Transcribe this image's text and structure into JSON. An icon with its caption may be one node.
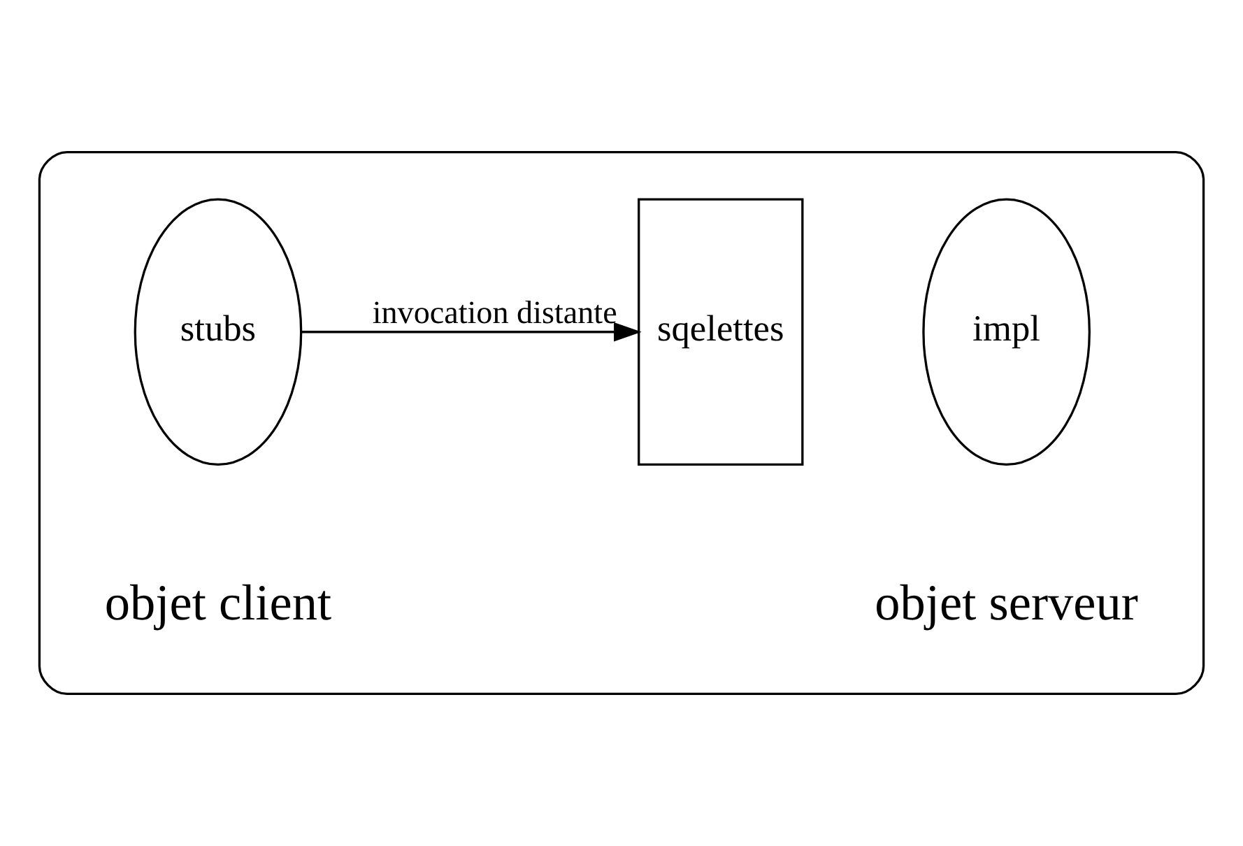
{
  "diagram": {
    "nodes": [
      {
        "text": [],
        "shape": "box"
      },
      {
        "text": [
          "stubs"
        ],
        "in": 0,
        "beside": [
          "objet client"
        ]
      },
      {
        "text": [
          "sqelettes"
        ],
        "in": 0
      },
      {
        "text": [
          "impl"
        ],
        "in": 0,
        "beside": [
          "objet serveur"
        ]
      }
    ],
    "edges": [
      {
        "from": 1,
        "to": 2,
        "arrow": "to",
        "label": "invocation distante"
      }
    ]
  }
}
